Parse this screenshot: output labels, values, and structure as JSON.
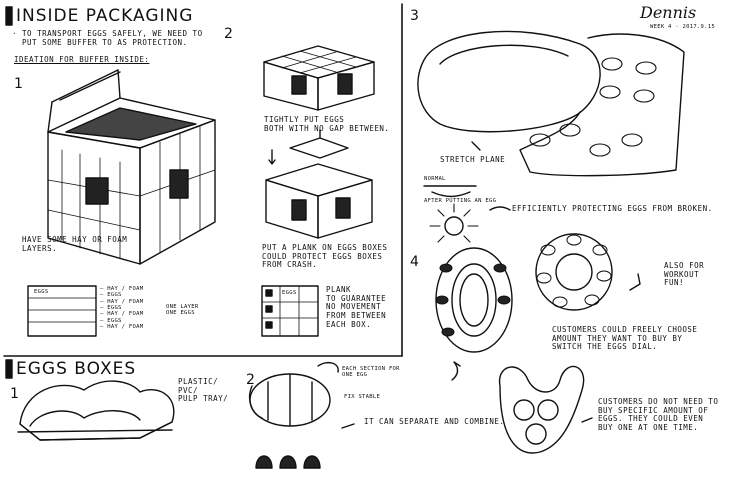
{
  "sections": {
    "inside": {
      "title": "INSIDE PACKAGING",
      "intro": "· TO TRANSPORT EGGS SAFELY, WE NEED TO\n  PUT SOME BUFFER TO AS PROTECTION.",
      "subheading": "IDEATION FOR BUFFER INSIDE:",
      "num_1": "1",
      "num_2": "2",
      "note_hay": "HAVE SOME HAY OR FOAM\nLAYERS.",
      "note_tightly": "TIGHTLY PUT EGGS\nBOTH WITH NO GAP BETWEEN.",
      "note_plank": "PUT A PLANK ON EGGS BOXES\nCOULD PROTECT EGGS BOXES\nFROM CRASH.",
      "note_plank_guarantee": "PLANK\nTO GUARANTEE\nNO MOVEMENT\nFROM BETWEEN\nEACH BOX.",
      "layers_list": "— HAY / FOAM\n— EGGS\n— HAY / FOAM\n— EGGS\n— HAY / FOAM\n— EGGS\n— HAY / FOAM",
      "note_one_layer": "ONE LAYER\nONE EGGS",
      "grid_cell": "EGGS"
    },
    "right": {
      "num_3": "3",
      "num_4": "4",
      "stretch_plane": "STRETCH PLANE",
      "normal": "NORMAL",
      "after_putting": "AFTER PUTTING AN EGG",
      "efficiently": "EFFICIENTLY PROTECTING EGGS FROM BROKEN.",
      "customers_choose": "CUSTOMERS COULD FREELY CHOOSE\nAMOUNT THEY WANT TO BUY BY\nSWITCH THE EGGS DIAL.",
      "also_for": "ALSO FOR\nWORKOUT\nFUN!",
      "customers_no_need": "CUSTOMERS DO NOT NEED TO\nBUY SPECIFIC AMOUNT OF\nEGGS. THEY COULD EVEN\nBUY ONE AT ONE TIME."
    },
    "boxes": {
      "title": "EGGS BOXES",
      "num_1": "1",
      "num_2": "2",
      "plastic": "PLASTIC/\nPVC/\nPULP TRAY/",
      "each_section": "EACH SECTION FOR\nONE EGG",
      "fix_stable": "FIX STABLE",
      "separate": "IT CAN SEPARATE AND COMBINE."
    }
  },
  "signature": "Dennis",
  "signature_date": "WEEK 4 · 2017.9.15"
}
